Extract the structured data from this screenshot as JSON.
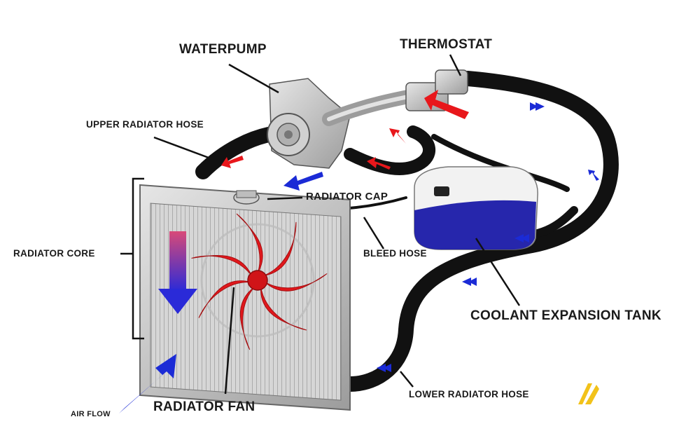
{
  "labels": {
    "waterpump": "WATERPUMP",
    "thermostat": "THERMOSTAT",
    "upper_radiator_hose": "UPPER RADIATOR HOSE",
    "radiator_cap": "RADIATOR CAP",
    "radiator_core": "RADIATOR CORE",
    "bleed_hose": "BLEED HOSE",
    "coolant_expansion_tank": "COOLANT EXPANSION TANK",
    "lower_radiator_hose": "LOWER RADIATOR HOSE",
    "radiator_fan": "RADIATOR FAN",
    "air_flow": "AIR FLOW"
  },
  "colors": {
    "hose": "#111111",
    "hot_arrow": "#e8171b",
    "cool_arrow": "#1b2bd6",
    "tank": "#1a1aa8",
    "fan": "#e0181c",
    "radiator": "#c9c9c9",
    "metal": "#b8b8b8",
    "logo": "#f2c21a"
  }
}
